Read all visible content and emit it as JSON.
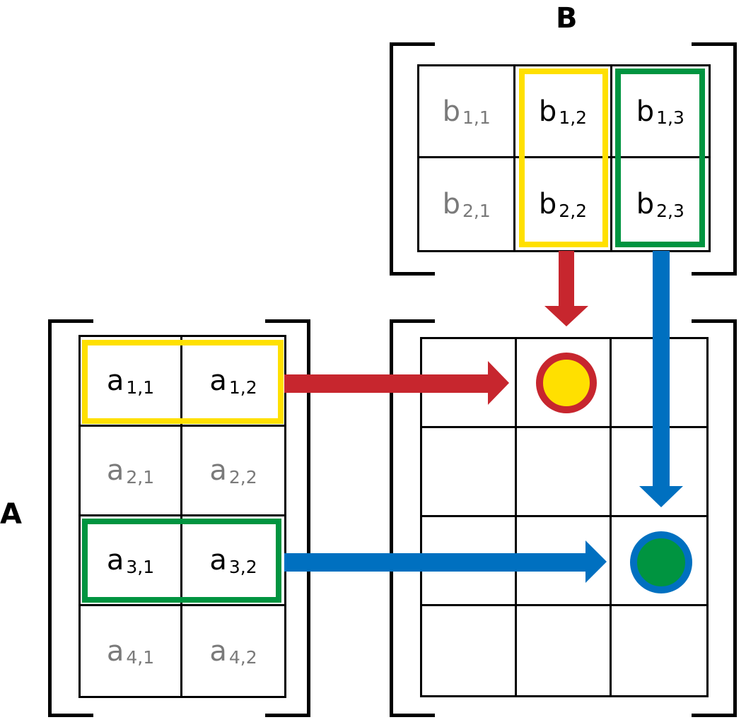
{
  "labels": {
    "matrix_a": "A",
    "matrix_b": "B"
  },
  "matrix_b": {
    "cells": [
      [
        {
          "base": "b",
          "sub": "1,1",
          "dim": true
        },
        {
          "base": "b",
          "sub": "1,2",
          "dim": false
        },
        {
          "base": "b",
          "sub": "1,3",
          "dim": false
        }
      ],
      [
        {
          "base": "b",
          "sub": "2,1",
          "dim": true
        },
        {
          "base": "b",
          "sub": "2,2",
          "dim": false
        },
        {
          "base": "b",
          "sub": "2,3",
          "dim": false
        }
      ]
    ]
  },
  "matrix_a": {
    "cells": [
      [
        {
          "base": "a",
          "sub": "1,1",
          "dim": false
        },
        {
          "base": "a",
          "sub": "1,2",
          "dim": false
        }
      ],
      [
        {
          "base": "a",
          "sub": "2,1",
          "dim": true
        },
        {
          "base": "a",
          "sub": "2,2",
          "dim": true
        }
      ],
      [
        {
          "base": "a",
          "sub": "3,1",
          "dim": false
        },
        {
          "base": "a",
          "sub": "3,2",
          "dim": false
        }
      ],
      [
        {
          "base": "a",
          "sub": "4,1",
          "dim": true
        },
        {
          "base": "a",
          "sub": "4,2",
          "dim": true
        }
      ]
    ]
  },
  "result": {
    "rows": 4,
    "cols": 3
  },
  "colors": {
    "yellow": "#ffe000",
    "green": "#009440",
    "red": "#c7262e",
    "blue": "#0070c0",
    "dim_text": "#7a7a7a"
  }
}
